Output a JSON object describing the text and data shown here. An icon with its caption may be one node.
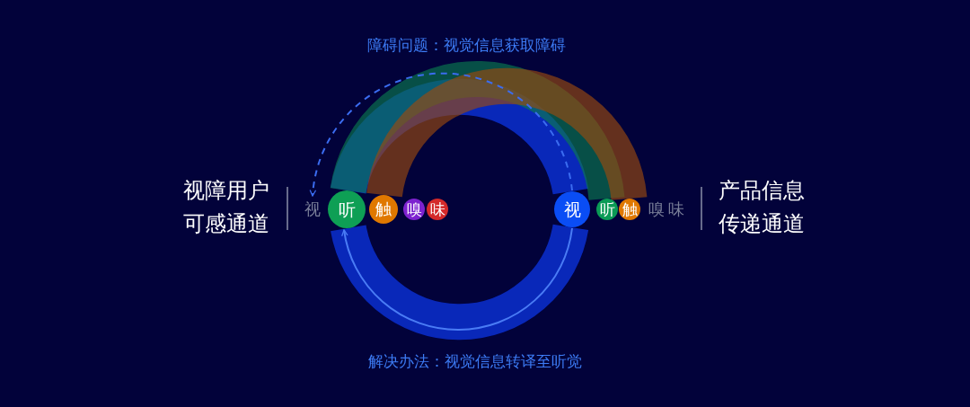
{
  "diagram": {
    "nodes": [
      {
        "text": [
          "视"
        ]
      },
      {
        "text": [
          "听"
        ]
      },
      {
        "text": [
          "触"
        ]
      },
      {
        "text": [
          "嗅"
        ]
      },
      {
        "text": [
          "味"
        ]
      },
      {
        "text": [
          "视"
        ]
      },
      {
        "text": [
          "听"
        ]
      },
      {
        "text": [
          "触"
        ]
      },
      {
        "text": [
          "嗅"
        ]
      },
      {
        "text": [
          "味"
        ]
      }
    ],
    "edges": [
      {
        "from": 5,
        "to": 0,
        "arrow": "to",
        "style": "dashed",
        "color": "#3b6cf0"
      },
      {
        "from": 6,
        "to": 1,
        "arrow": "none",
        "color": "#0a7a4e"
      },
      {
        "from": 7,
        "to": 2,
        "arrow": "none",
        "color": "#9a4a10"
      },
      {
        "from": 5,
        "to": 1,
        "arrow": "none",
        "color": "#0a2fd0"
      },
      {
        "from": 5,
        "to": 1,
        "arrow": "to",
        "color": "#4a7cf5"
      }
    ],
    "labels": [
      "障碍问题：视觉信息获取障碍",
      "视障用户可感通道",
      "产品信息传递通道",
      "解决办法：视觉信息转译至听觉"
    ]
  }
}
